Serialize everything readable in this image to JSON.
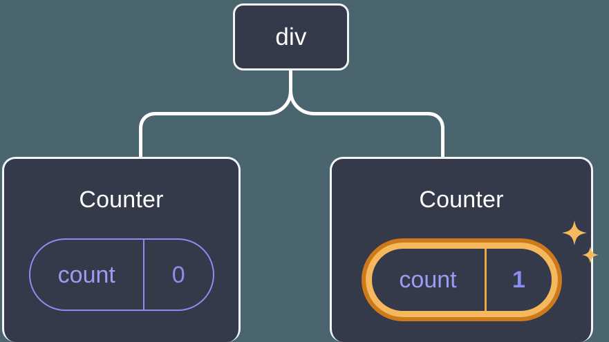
{
  "diagram": {
    "title": "React component tree with highlighted state update",
    "background_color": "#4a656e",
    "node_fill_color": "#343a49",
    "node_border_color": "#f2f4f6",
    "connector_color": "#ffffff",
    "state_accent_color": "#8b8ef0",
    "highlight_outer_color": "#cf7a1a",
    "highlight_inner_color": "#f6b85c",
    "sparkle_color": "#f7b95f"
  },
  "root": {
    "label": "div"
  },
  "children": [
    {
      "label": "Counter",
      "state": {
        "key": "count",
        "value": "0",
        "highlighted": false
      }
    },
    {
      "label": "Counter",
      "state": {
        "key": "count",
        "value": "1",
        "highlighted": true,
        "sparkle_large_icon": "sparkle-icon",
        "sparkle_small_icon": "sparkle-icon"
      }
    }
  ]
}
